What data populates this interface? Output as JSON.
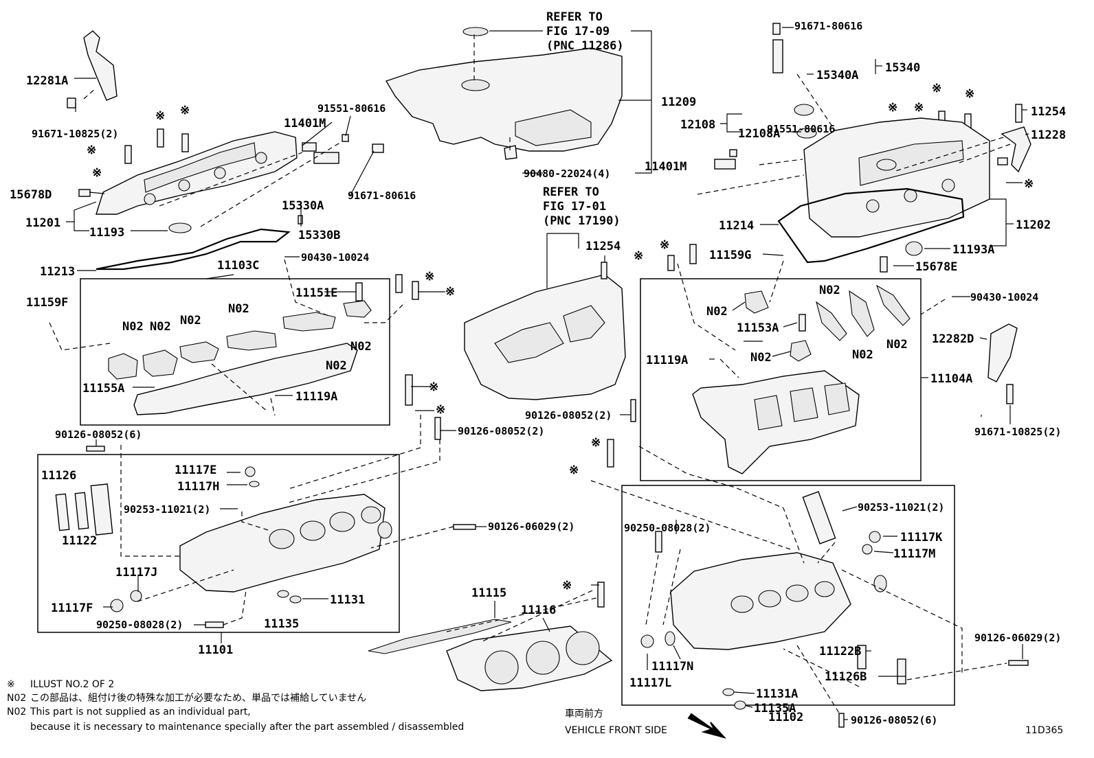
{
  "diagram_code": "11D365",
  "refer_blocks": [
    {
      "l1": "REFER TO",
      "l2": "FIG 17-09",
      "l3": "(PNC 11286)"
    },
    {
      "l1": "REFER TO",
      "l2": "FIG 17-01",
      "l3": "(PNC 17190)"
    }
  ],
  "notes": {
    "sym_marker": "※",
    "sym_text": "ILLUST NO.2 OF 2",
    "n02_code": "N02",
    "n02_jp": "この部品は、組付け後の特殊な加工が必要なため、単品では補給していません",
    "n02_en1": "This part is not supplied as an individual part,",
    "n02_en2": "because it is necessary to maintenance specially after the part assembled / disassembled"
  },
  "front_side": {
    "jp": "車両前方",
    "en": "VEHICLE FRONT SIDE"
  },
  "symbol": "※",
  "n02": "N02",
  "parts": [
    "12281A",
    "91671-10825(2)",
    "15678D",
    "11201",
    "11193",
    "11213",
    "11401M",
    "91551-80616",
    "15330A",
    "91671-80616",
    "15330B",
    "90430-10024",
    "11103C",
    "11151E",
    "11159F",
    "11155A",
    "11119A",
    "90126-08052(6)",
    "90126-08052(2)",
    "11126",
    "11122",
    "11117E",
    "11117H",
    "90253-11021(2)",
    "11117J",
    "11117F",
    "90250-08028(2)",
    "11131",
    "11135",
    "11101",
    "90126-06029(2)",
    "11115",
    "11116",
    "11209",
    "90480-22024(4)",
    "11254",
    "15340",
    "15340A",
    "12108",
    "12108A",
    "11228",
    "11214",
    "11202",
    "11159G",
    "11193A",
    "15678E",
    "11153A",
    "11119A",
    "11104A",
    "12282D",
    "90253-11021(2)",
    "11117K",
    "11117M",
    "11122B",
    "11126B",
    "11131A",
    "11135A",
    "11102",
    "11117N",
    "11117L",
    "90126-08052(6)",
    "90126-08052(2)",
    "90126-06029(2)"
  ]
}
